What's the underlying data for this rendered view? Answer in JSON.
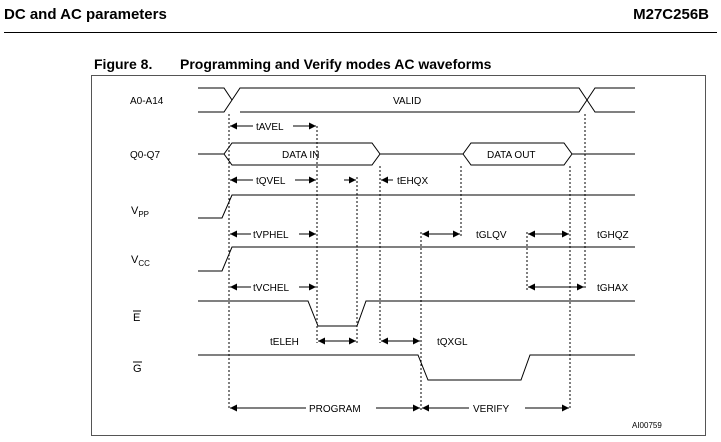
{
  "header": {
    "section": "DC and AC parameters",
    "part_number": "M27C256B"
  },
  "figure": {
    "number": "Figure 8.",
    "title": "Programming and Verify modes AC waveforms",
    "ref_code": "AI00759"
  },
  "signals": {
    "addr": "A0-A14",
    "data": "Q0-Q7",
    "vpp_main": "V",
    "vpp_sub": "PP",
    "vcc_main": "V",
    "vcc_sub": "CC",
    "e": "E",
    "g": "G"
  },
  "bus_labels": {
    "valid": "VALID",
    "data_in": "DATA IN",
    "data_out": "DATA OUT"
  },
  "timing": {
    "tavel": "tAVEL",
    "tqvel": "tQVEL",
    "tehqx": "tEHQX",
    "tvphel": "tVPHEL",
    "tglqv": "tGLQV",
    "tghqz": "tGHQZ",
    "tvchel": "tVCHEL",
    "tghax": "tGHAX",
    "teleh": "tELEH",
    "tqxgl": "tQXGL"
  },
  "modes": {
    "program": "PROGRAM",
    "verify": "VERIFY"
  }
}
